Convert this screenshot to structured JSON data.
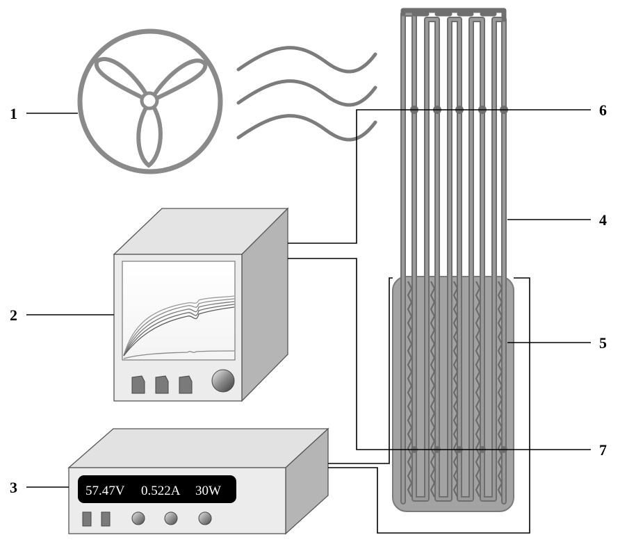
{
  "callouts": {
    "fan": "1",
    "recorder": "2",
    "power_supply": "3",
    "heat_pipe": "4",
    "heater": "5",
    "upper_thermocouples": "6",
    "lower_thermocouples": "7"
  },
  "power_display": {
    "voltage": "57.47V",
    "current": "0.522A",
    "power": "30W"
  },
  "colors": {
    "fan": "#8a8a8a",
    "tube": "#7a7a7a",
    "heater_block": "#a3a3a3",
    "thermocouple_junction": "#6e6e6e",
    "device_light": "#e8e8e8",
    "device_side": "#b5b5b5",
    "display_bg": "#000000"
  }
}
